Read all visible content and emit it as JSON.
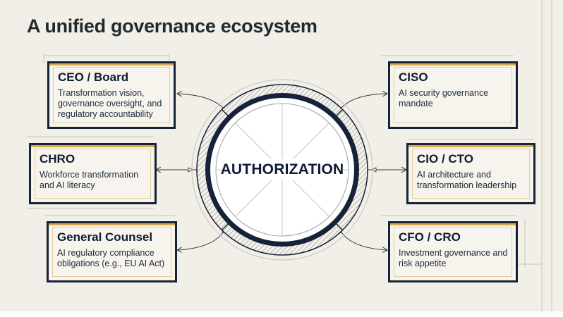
{
  "title": "A unified governance ecosystem",
  "hub": {
    "label": "AUTHORIZATION"
  },
  "stakeholders": [
    {
      "heading": "CEO / Board",
      "desc": "Transformation vision, governance oversight, and regulatory accountability"
    },
    {
      "heading": "CHRO",
      "desc": "Workforce transformation and AI literacy"
    },
    {
      "heading": "General Counsel",
      "desc": "AI regulatory compliance obligations (e.g., EU AI Act)"
    },
    {
      "heading": "CISO",
      "desc": "AI security governance mandate"
    },
    {
      "heading": "CIO / CTO",
      "desc": "AI architecture and transformation leadership"
    },
    {
      "heading": "CFO / CRO",
      "desc": "Investment governance and risk appetite"
    }
  ],
  "colors": {
    "navy": "#16223a",
    "gold": "#d9a94a",
    "background": "#f1efe7"
  }
}
